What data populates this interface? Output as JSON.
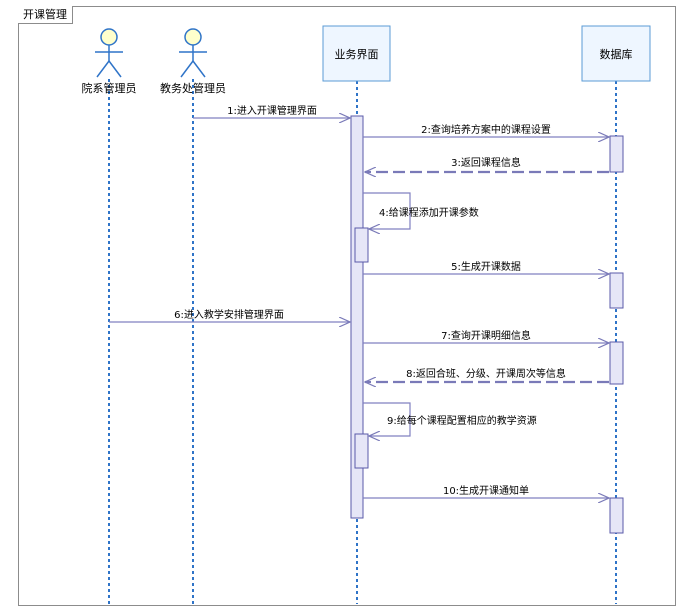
{
  "frame": {
    "title": "开课管理"
  },
  "actors": [
    {
      "label": "院系管理员"
    },
    {
      "label": "教务处管理员"
    }
  ],
  "objects": [
    {
      "label": "业务界面"
    },
    {
      "label": "数据库"
    }
  ],
  "messages": [
    "1:进入开课管理界面",
    "2:查询培养方案中的课程设置",
    "3:返回课程信息",
    "4:给课程添加开课参数",
    "5:生成开课数据",
    "6:进入教学安排管理界面",
    "7:查询开课明细信息",
    "8:返回合班、分级、开课周次等信息",
    "9:给每个课程配置相应的教学资源",
    "10:生成开课通知单"
  ],
  "colors": {
    "lifeline": "#2f74c8",
    "actor_fill": "#ffffcc",
    "box_fill": "#eef6ff",
    "box_stroke": "#5b9bd5",
    "arrow": "#8080c0",
    "activation_fill": "#e6e6f7",
    "activation_stroke": "#5a5aa8"
  }
}
